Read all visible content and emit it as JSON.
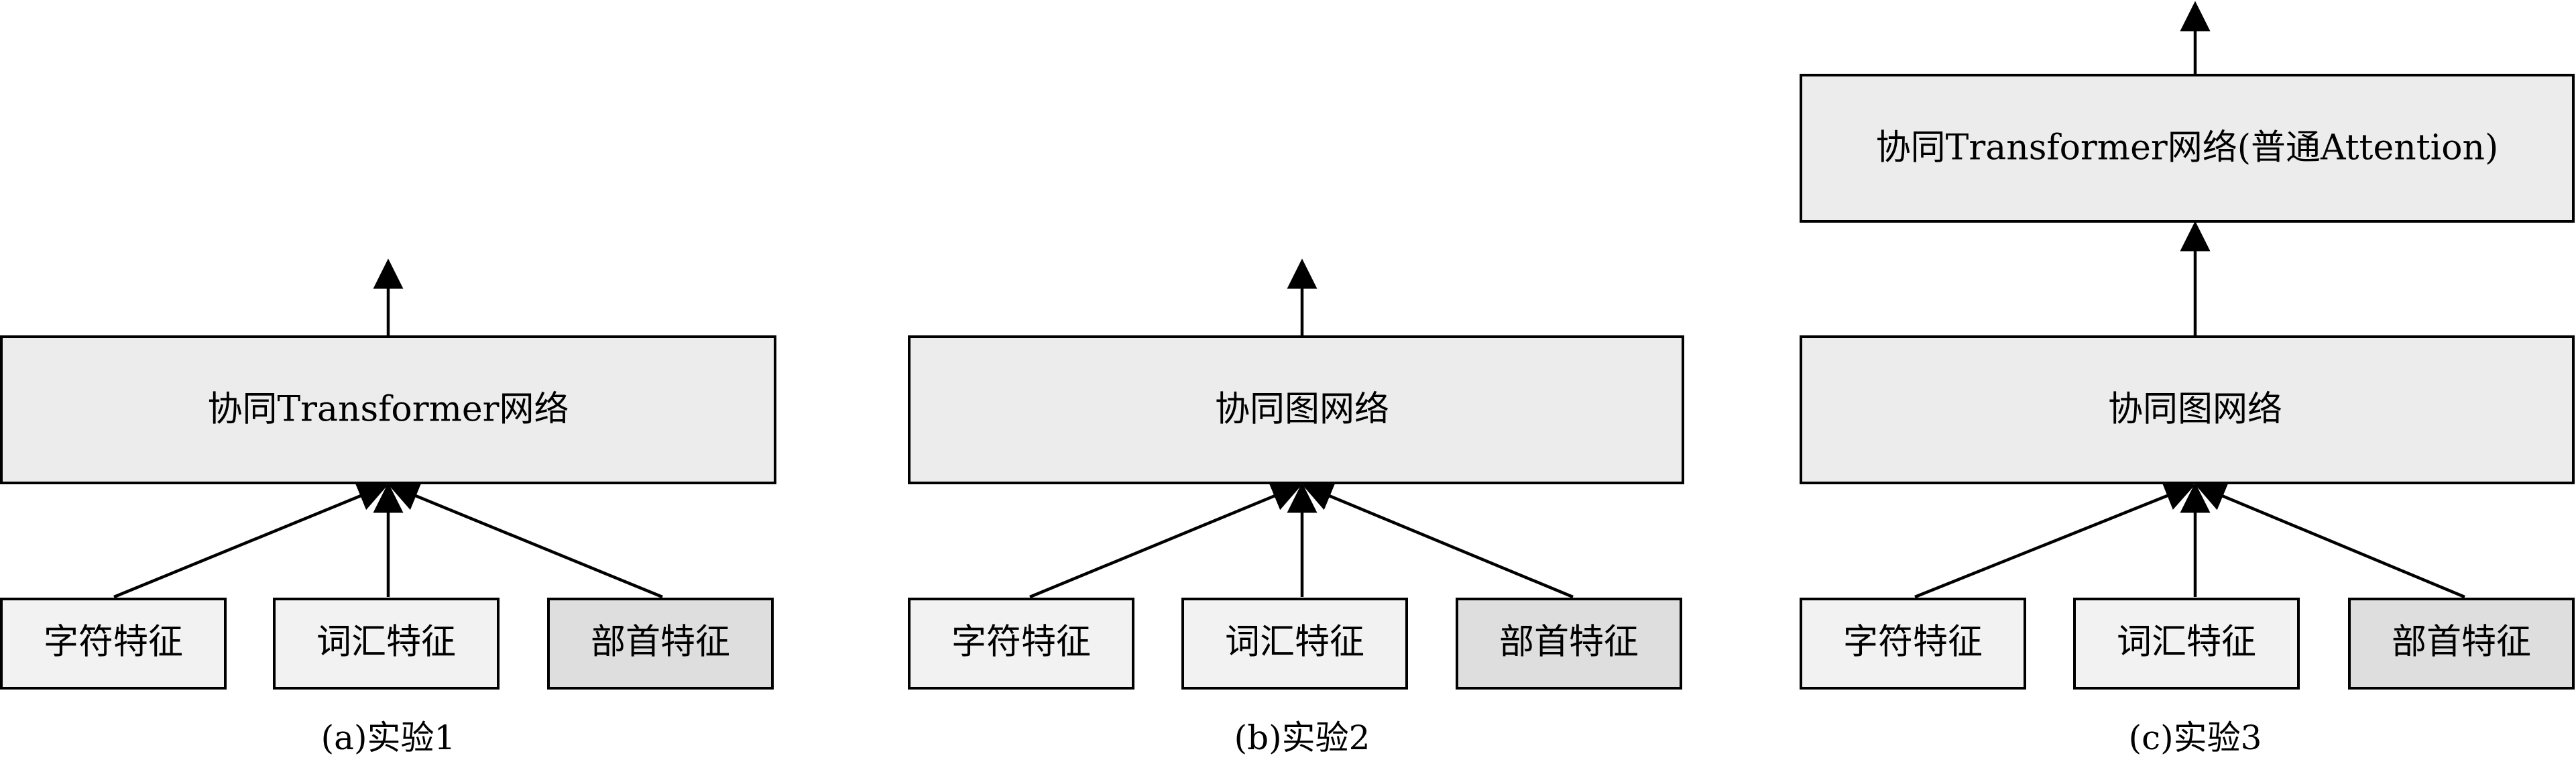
{
  "feature_labels": {
    "char": "字符特征",
    "word": "词汇特征",
    "radical": "部首特征"
  },
  "experiments": [
    {
      "caption": "(a)实验1",
      "blocks": [
        "协同Transformer网络"
      ]
    },
    {
      "caption": "(b)实验2",
      "blocks": [
        "协同图网络"
      ]
    },
    {
      "caption": "(c)实验3",
      "blocks": [
        "协同图网络",
        "协同Transformer网络(普通Attention)"
      ]
    }
  ],
  "colors": {
    "main_box": "#ececec",
    "char_box": "#f2f2f2",
    "word_box": "#f2f2f2",
    "radical_box": "#dedede",
    "line": "#000000"
  }
}
